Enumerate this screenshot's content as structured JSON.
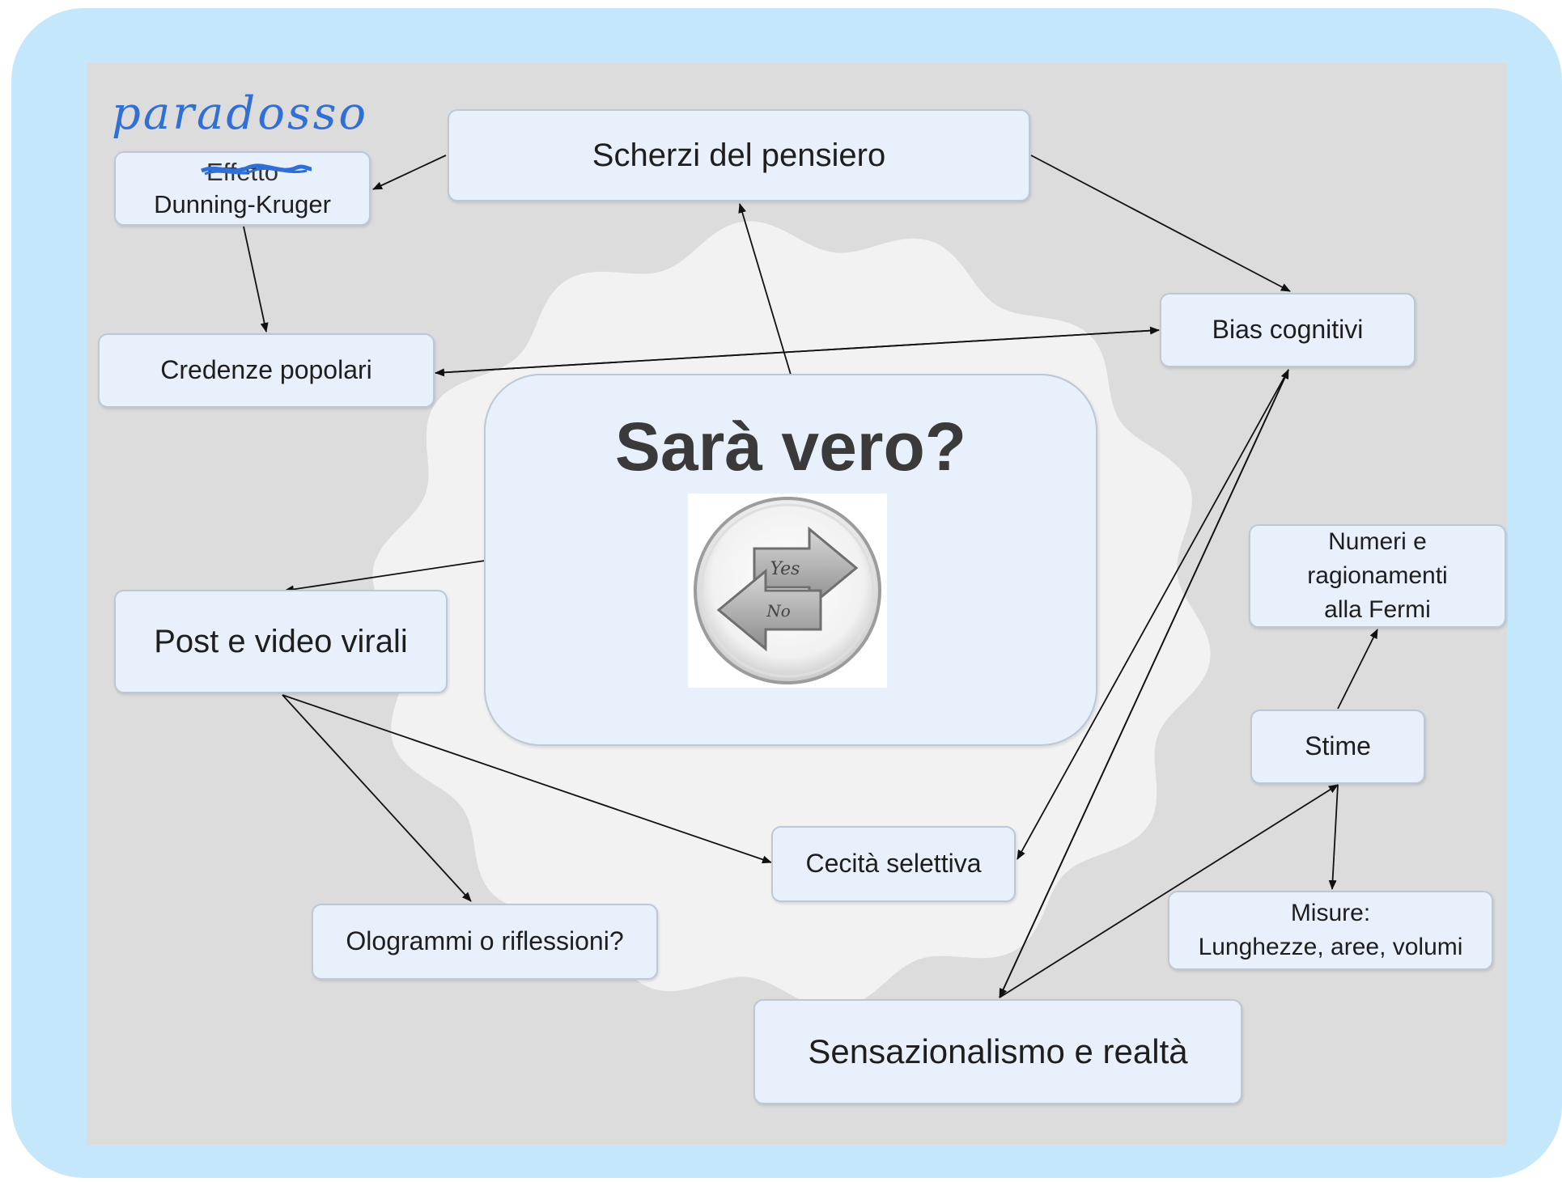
{
  "diagram": {
    "center": {
      "title": "Sarà vero?",
      "picture": {
        "yes_label": "Yes",
        "no_label": "No"
      }
    },
    "annotation": "paradosso",
    "nodes": {
      "scherzi": "Scherzi del pensiero",
      "effetto": {
        "struck_word": "Effetto",
        "line2": "Dunning-Kruger"
      },
      "credenze": "Credenze popolari",
      "bias": "Bias cognitivi",
      "post": "Post e video virali",
      "numeri": [
        "Numeri e",
        "ragionamenti",
        "alla Fermi"
      ],
      "stime": "Stime",
      "misure": [
        "Misure:",
        "Lunghezze, aree, volumi"
      ],
      "cecita": "Cecità selettiva",
      "ologrammi": "Ologrammi o riflessioni?",
      "sensazionalismo": "Sensazionalismo e realtà"
    }
  }
}
